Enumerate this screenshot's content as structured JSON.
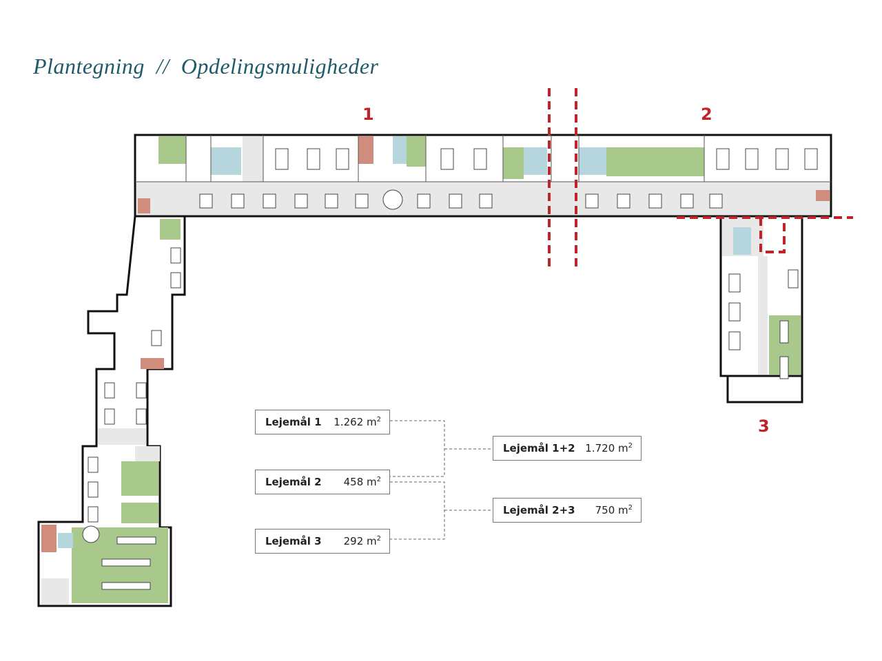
{
  "page": {
    "title": "Plantegning  //  Opdelingsmuligheder"
  },
  "zones": [
    {
      "label": "1"
    },
    {
      "label": "2"
    },
    {
      "label": "3"
    }
  ],
  "leases": [
    {
      "name": "Lejemål 1",
      "area": "1.262 m",
      "unit_sup": "2"
    },
    {
      "name": "Lejemål 2",
      "area": "458 m",
      "unit_sup": "2"
    },
    {
      "name": "Lejemål 3",
      "area": "292 m",
      "unit_sup": "2"
    },
    {
      "name": "Lejemål 1+2",
      "area": "1.720 m",
      "unit_sup": "2"
    },
    {
      "name": "Lejemål 2+3",
      "area": "750 m",
      "unit_sup": "2"
    }
  ],
  "colors": {
    "title": "#1f5a6b",
    "division_line": "#c0242b",
    "wall": "#111111",
    "corridor": "#e6e6e6",
    "meeting_room": "#a9c98c",
    "wet_room": "#b5d6dd",
    "technical_room": "#d08c7c"
  }
}
